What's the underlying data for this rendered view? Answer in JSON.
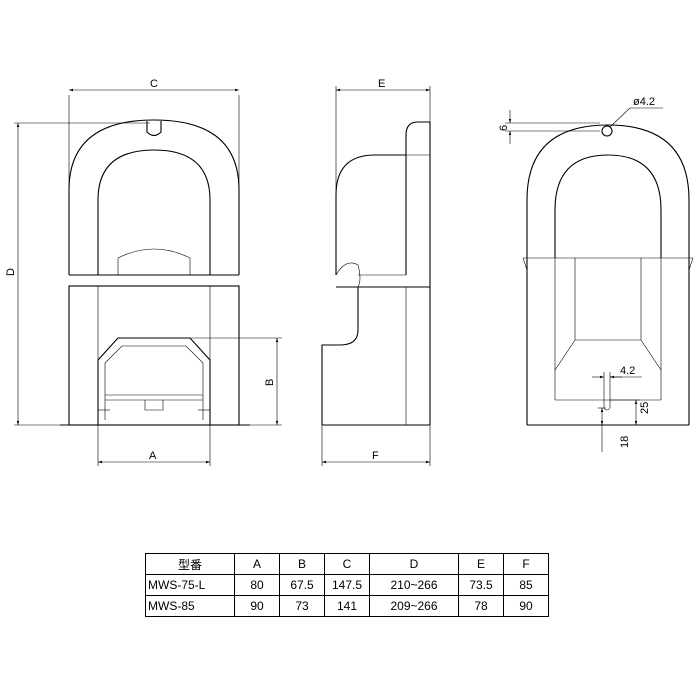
{
  "labels": {
    "dim_C": "C",
    "dim_D": "D",
    "dim_A": "A",
    "dim_B": "B",
    "dim_E": "E",
    "dim_F": "F",
    "dim_hole": "ø4.2",
    "dim_6": "6",
    "dim_42": "4.2",
    "dim_25": "25",
    "dim_18": "18"
  },
  "table": {
    "headers": [
      "型番",
      "A",
      "B",
      "C",
      "D",
      "E",
      "F"
    ],
    "rows": [
      [
        "MWS-75-L",
        "80",
        "67.5",
        "147.5",
        "210~266",
        "73.5",
        "85"
      ],
      [
        "MWS-85",
        "90",
        "73",
        "141",
        "209~266",
        "78",
        "90"
      ]
    ]
  }
}
